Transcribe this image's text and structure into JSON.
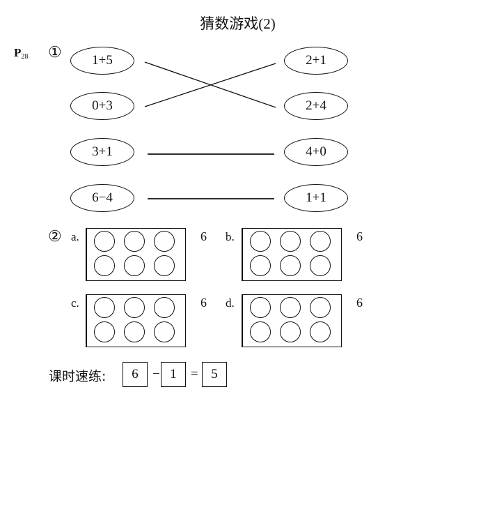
{
  "title": "猜数游戏(2)",
  "page_ref": {
    "letter": "P",
    "number": "28"
  },
  "q1": {
    "marker": "①",
    "left": [
      "1+5",
      "0+3",
      "3+1",
      "6−4"
    ],
    "right": [
      "2+1",
      "2+4",
      "4+0",
      "1+1"
    ]
  },
  "q2": {
    "marker": "②",
    "options": [
      {
        "label": "a.",
        "value": "6"
      },
      {
        "label": "b.",
        "value": "6"
      },
      {
        "label": "c.",
        "value": "6"
      },
      {
        "label": "d.",
        "value": "6"
      }
    ]
  },
  "drill": {
    "label": "课时速练:",
    "a": "6",
    "op": "−",
    "b": "1",
    "eq": "=",
    "result": "5"
  }
}
